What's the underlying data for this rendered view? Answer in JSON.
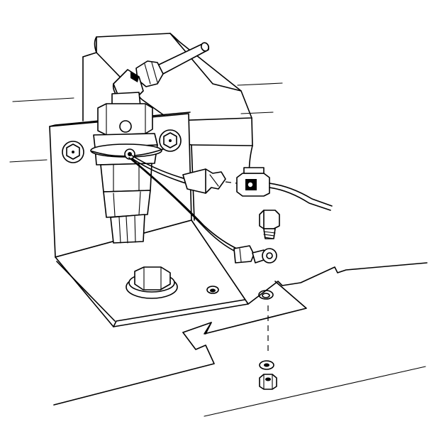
{
  "figure": {
    "line_color": "#000000",
    "background": "#ffffff",
    "parts": [
      "electrical-housing",
      "mounting-bracket",
      "valve-body",
      "fuel-line",
      "elbow-fitting",
      "wire-connector",
      "ground-ring-terminal",
      "bolt",
      "washer",
      "nut",
      "base-surface"
    ]
  }
}
